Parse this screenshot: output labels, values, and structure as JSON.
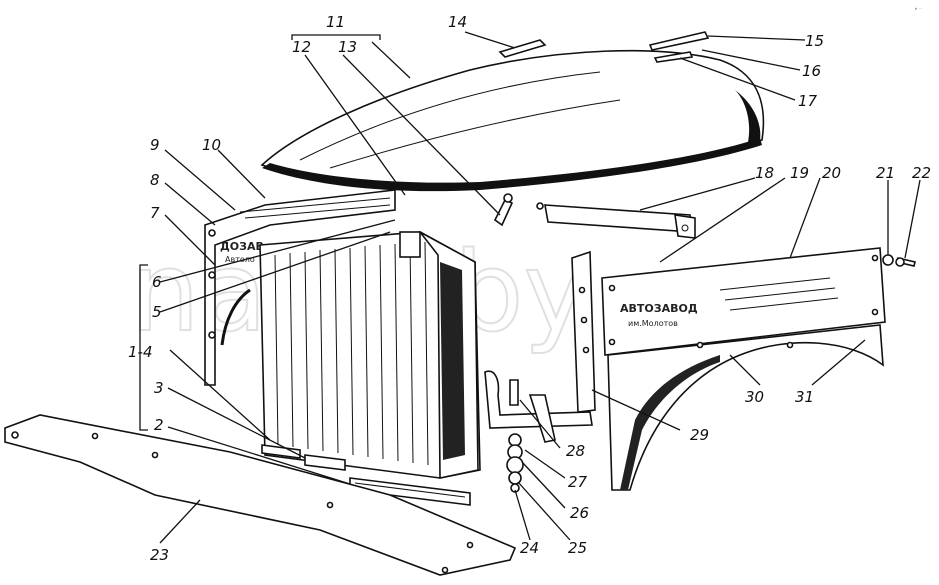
{
  "watermark": "nasik.by",
  "corner_mark": "▸ ··",
  "plates": {
    "left_line1": "ДОЗАВ",
    "left_line2": "Автоло",
    "right_line1": "АВТОЗАВОД",
    "right_line2": "им.Молотов"
  },
  "labels": [
    {
      "id": "l11",
      "text": "11"
    },
    {
      "id": "l12",
      "text": "12"
    },
    {
      "id": "l13",
      "text": "13"
    },
    {
      "id": "l14",
      "text": "14"
    },
    {
      "id": "l15",
      "text": "15"
    },
    {
      "id": "l16",
      "text": "16"
    },
    {
      "id": "l17",
      "text": "17"
    },
    {
      "id": "l18",
      "text": "18"
    },
    {
      "id": "l19",
      "text": "19"
    },
    {
      "id": "l20",
      "text": "20"
    },
    {
      "id": "l21",
      "text": "21"
    },
    {
      "id": "l22",
      "text": "22"
    },
    {
      "id": "l9",
      "text": "9"
    },
    {
      "id": "l10",
      "text": "10"
    },
    {
      "id": "l8",
      "text": "8"
    },
    {
      "id": "l7",
      "text": "7"
    },
    {
      "id": "l6",
      "text": "6"
    },
    {
      "id": "l5",
      "text": "5"
    },
    {
      "id": "l1_4",
      "text": "1-4"
    },
    {
      "id": "l3",
      "text": "3"
    },
    {
      "id": "l2",
      "text": "2"
    },
    {
      "id": "l23",
      "text": "23"
    },
    {
      "id": "l24",
      "text": "24"
    },
    {
      "id": "l25",
      "text": "25"
    },
    {
      "id": "l26",
      "text": "26"
    },
    {
      "id": "l27",
      "text": "27"
    },
    {
      "id": "l28",
      "text": "28"
    },
    {
      "id": "l29",
      "text": "29"
    },
    {
      "id": "l30",
      "text": "30"
    },
    {
      "id": "l31",
      "text": "31"
    }
  ]
}
